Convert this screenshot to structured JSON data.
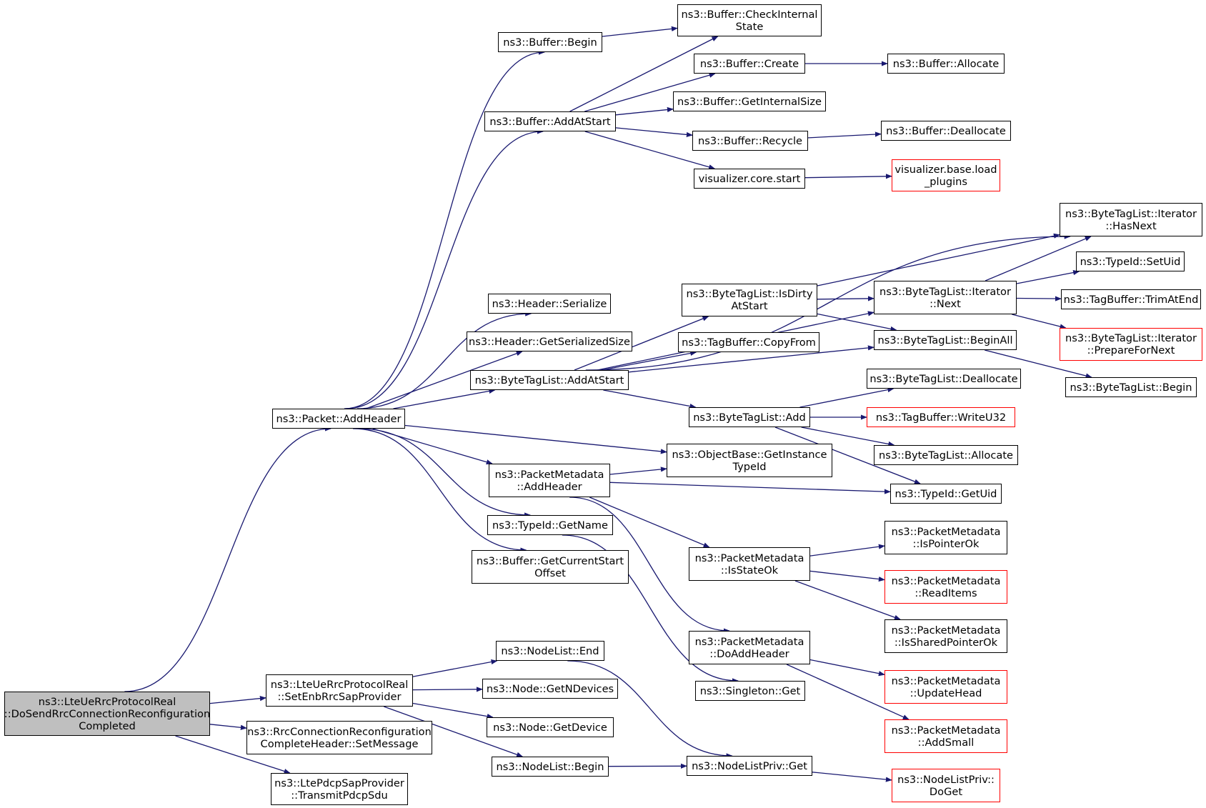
{
  "colors": {
    "edge": "#191970",
    "border": "#000000",
    "truncated_border": "#ff0000",
    "root_fill": "#bfbfbf",
    "background": "#ffffff"
  },
  "nodes": [
    {
      "id": "root",
      "lines": [
        "ns3::LteUeRrcProtocolReal",
        "::DoSendRrcConnectionReconfiguration",
        "Completed"
      ]
    },
    {
      "id": "add_header",
      "lines": [
        "ns3::Packet::AddHeader"
      ]
    },
    {
      "id": "set_enb",
      "lines": [
        "ns3::LteUeRrcProtocolReal",
        "::SetEnbRrcSapProvider"
      ]
    },
    {
      "id": "rrc_set_message",
      "lines": [
        "ns3::RrcConnectionReconfiguration",
        "CompleteHeader::SetMessage"
      ]
    },
    {
      "id": "transmit_pdcp",
      "lines": [
        "ns3::LtePdcpSapProvider",
        "::TransmitPdcpSdu"
      ]
    },
    {
      "id": "buf_begin",
      "lines": [
        "ns3::Buffer::Begin"
      ]
    },
    {
      "id": "buf_addatstart",
      "lines": [
        "ns3::Buffer::AddAtStart"
      ]
    },
    {
      "id": "hdr_serialize",
      "lines": [
        "ns3::Header::Serialize"
      ]
    },
    {
      "id": "hdr_getsize",
      "lines": [
        "ns3::Header::GetSerializedSize"
      ]
    },
    {
      "id": "btl_addatstart",
      "lines": [
        "ns3::ByteTagList::AddAtStart"
      ]
    },
    {
      "id": "pm_addheader",
      "lines": [
        "ns3::PacketMetadata",
        "::AddHeader"
      ]
    },
    {
      "id": "typeid_getname",
      "lines": [
        "ns3::TypeId::GetName"
      ]
    },
    {
      "id": "buf_getcurstart",
      "lines": [
        "ns3::Buffer::GetCurrentStart",
        "Offset"
      ]
    },
    {
      "id": "nl_end",
      "lines": [
        "ns3::NodeList::End"
      ]
    },
    {
      "id": "node_getndev",
      "lines": [
        "ns3::Node::GetNDevices"
      ]
    },
    {
      "id": "node_getdev",
      "lines": [
        "ns3::Node::GetDevice"
      ]
    },
    {
      "id": "nl_begin",
      "lines": [
        "ns3::NodeList::Begin"
      ]
    },
    {
      "id": "buf_checkinternal",
      "lines": [
        "ns3::Buffer::CheckInternal",
        "State"
      ]
    },
    {
      "id": "buf_create",
      "lines": [
        "ns3::Buffer::Create"
      ]
    },
    {
      "id": "buf_getinternalsize",
      "lines": [
        "ns3::Buffer::GetInternalSize"
      ]
    },
    {
      "id": "buf_recycle",
      "lines": [
        "ns3::Buffer::Recycle"
      ]
    },
    {
      "id": "viz_start",
      "lines": [
        "visualizer.core.start"
      ]
    },
    {
      "id": "btl_isdirty",
      "lines": [
        "ns3::ByteTagList::IsDirty",
        "AtStart"
      ]
    },
    {
      "id": "tb_copyfrom",
      "lines": [
        "ns3::TagBuffer::CopyFrom"
      ]
    },
    {
      "id": "btl_add",
      "lines": [
        "ns3::ByteTagList::Add"
      ]
    },
    {
      "id": "ob_getinstance",
      "lines": [
        "ns3::ObjectBase::GetInstance",
        "TypeId"
      ]
    },
    {
      "id": "pm_isstateok",
      "lines": [
        "ns3::PacketMetadata",
        "::IsStateOk"
      ]
    },
    {
      "id": "pm_doaddheader",
      "lines": [
        "ns3::PacketMetadata",
        "::DoAddHeader"
      ]
    },
    {
      "id": "singleton_get",
      "lines": [
        "ns3::Singleton::Get"
      ]
    },
    {
      "id": "nlp_get",
      "lines": [
        "ns3::NodeListPriv::Get"
      ]
    },
    {
      "id": "buf_allocate",
      "lines": [
        "ns3::Buffer::Allocate"
      ]
    },
    {
      "id": "buf_deallocate",
      "lines": [
        "ns3::Buffer::Deallocate"
      ]
    },
    {
      "id": "viz_loadplugins",
      "lines": [
        "visualizer.base.load",
        "_plugins"
      ],
      "truncated": true
    },
    {
      "id": "btli_hasnext",
      "lines": [
        "ns3::ByteTagList::Iterator",
        "::HasNext"
      ]
    },
    {
      "id": "btli_next",
      "lines": [
        "ns3::ByteTagList::Iterator",
        "::Next"
      ]
    },
    {
      "id": "btl_beginall",
      "lines": [
        "ns3::ByteTagList::BeginAll"
      ]
    },
    {
      "id": "btl_deallocate",
      "lines": [
        "ns3::ByteTagList::Deallocate"
      ]
    },
    {
      "id": "tb_writeu32",
      "lines": [
        "ns3::TagBuffer::WriteU32"
      ],
      "truncated": true
    },
    {
      "id": "btl_allocate",
      "lines": [
        "ns3::ByteTagList::Allocate"
      ]
    },
    {
      "id": "typeid_getuid",
      "lines": [
        "ns3::TypeId::GetUid"
      ]
    },
    {
      "id": "pm_ispointerok",
      "lines": [
        "ns3::PacketMetadata",
        "::IsPointerOk"
      ]
    },
    {
      "id": "pm_readitems",
      "lines": [
        "ns3::PacketMetadata",
        "::ReadItems"
      ],
      "truncated": true
    },
    {
      "id": "pm_issharedptr",
      "lines": [
        "ns3::PacketMetadata",
        "::IsSharedPointerOk"
      ]
    },
    {
      "id": "pm_updatehead",
      "lines": [
        "ns3::PacketMetadata",
        "::UpdateHead"
      ],
      "truncated": true
    },
    {
      "id": "pm_addsmall",
      "lines": [
        "ns3::PacketMetadata",
        "::AddSmall"
      ],
      "truncated": true
    },
    {
      "id": "nlp_doget",
      "lines": [
        "ns3::NodeListPriv::",
        "DoGet"
      ],
      "truncated": true
    },
    {
      "id": "typeid_setuid",
      "lines": [
        "ns3::TypeId::SetUid"
      ]
    },
    {
      "id": "tb_trimatend",
      "lines": [
        "ns3::TagBuffer::TrimAtEnd"
      ]
    },
    {
      "id": "btli_preparefornext",
      "lines": [
        "ns3::ByteTagList::Iterator",
        "::PrepareForNext"
      ],
      "truncated": true
    },
    {
      "id": "btl_begin",
      "lines": [
        "ns3::ByteTagList::Begin"
      ]
    }
  ],
  "edges": [
    [
      "root",
      "add_header"
    ],
    [
      "root",
      "set_enb"
    ],
    [
      "root",
      "rrc_set_message"
    ],
    [
      "root",
      "transmit_pdcp"
    ],
    [
      "add_header",
      "buf_begin"
    ],
    [
      "add_header",
      "buf_addatstart"
    ],
    [
      "add_header",
      "hdr_serialize"
    ],
    [
      "add_header",
      "hdr_getsize"
    ],
    [
      "add_header",
      "btl_addatstart"
    ],
    [
      "add_header",
      "ob_getinstance"
    ],
    [
      "add_header",
      "pm_addheader"
    ],
    [
      "add_header",
      "typeid_getname"
    ],
    [
      "add_header",
      "buf_getcurstart"
    ],
    [
      "buf_begin",
      "buf_checkinternal"
    ],
    [
      "buf_addatstart",
      "buf_checkinternal"
    ],
    [
      "buf_addatstart",
      "buf_create"
    ],
    [
      "buf_addatstart",
      "buf_getinternalsize"
    ],
    [
      "buf_addatstart",
      "buf_recycle"
    ],
    [
      "buf_addatstart",
      "viz_start"
    ],
    [
      "buf_create",
      "buf_allocate"
    ],
    [
      "buf_recycle",
      "buf_deallocate"
    ],
    [
      "viz_start",
      "viz_loadplugins"
    ],
    [
      "btl_addatstart",
      "btli_hasnext"
    ],
    [
      "btl_addatstart",
      "btli_next"
    ],
    [
      "btl_addatstart",
      "btl_isdirty"
    ],
    [
      "btl_addatstart",
      "tb_copyfrom"
    ],
    [
      "btl_addatstart",
      "btl_beginall"
    ],
    [
      "btl_addatstart",
      "btl_add"
    ],
    [
      "btl_isdirty",
      "btli_hasnext"
    ],
    [
      "btl_isdirty",
      "btli_next"
    ],
    [
      "btl_isdirty",
      "btl_beginall"
    ],
    [
      "btli_next",
      "btli_hasnext"
    ],
    [
      "btli_next",
      "typeid_setuid"
    ],
    [
      "btli_next",
      "tb_trimatend"
    ],
    [
      "btli_next",
      "btli_preparefornext"
    ],
    [
      "btl_beginall",
      "btl_begin"
    ],
    [
      "btl_add",
      "btl_deallocate"
    ],
    [
      "btl_add",
      "tb_writeu32"
    ],
    [
      "btl_add",
      "btl_allocate"
    ],
    [
      "btl_add",
      "typeid_getuid"
    ],
    [
      "pm_addheader",
      "ob_getinstance"
    ],
    [
      "pm_addheader",
      "typeid_getuid"
    ],
    [
      "pm_addheader",
      "pm_isstateok"
    ],
    [
      "pm_addheader",
      "pm_doaddheader"
    ],
    [
      "typeid_getname",
      "singleton_get"
    ],
    [
      "pm_isstateok",
      "pm_ispointerok"
    ],
    [
      "pm_isstateok",
      "pm_readitems"
    ],
    [
      "pm_isstateok",
      "pm_issharedptr"
    ],
    [
      "pm_doaddheader",
      "pm_updatehead"
    ],
    [
      "pm_doaddheader",
      "pm_addsmall"
    ],
    [
      "set_enb",
      "nl_end"
    ],
    [
      "set_enb",
      "node_getndev"
    ],
    [
      "set_enb",
      "node_getdev"
    ],
    [
      "set_enb",
      "nl_begin"
    ],
    [
      "nl_end",
      "nlp_get"
    ],
    [
      "nl_begin",
      "nlp_get"
    ],
    [
      "nlp_get",
      "nlp_doget"
    ]
  ]
}
